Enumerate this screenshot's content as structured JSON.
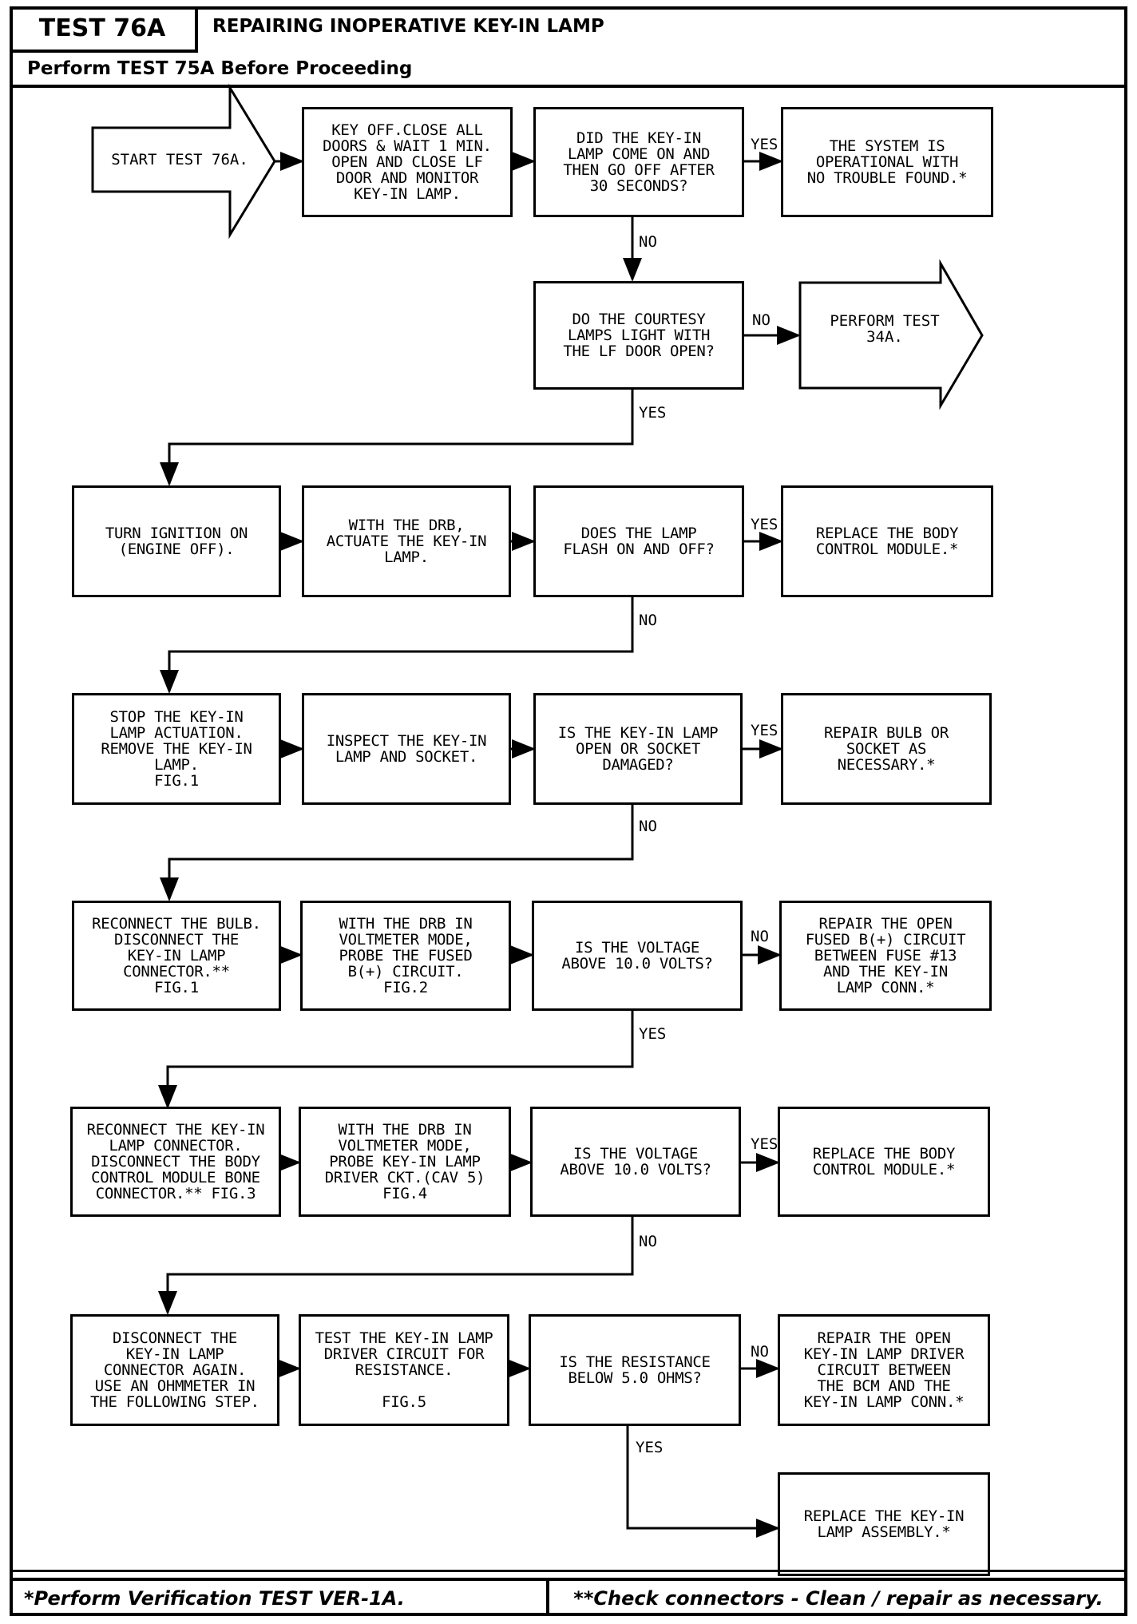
{
  "header": {
    "test_id": "TEST 76A",
    "title": "REPAIRING INOPERATIVE KEY-IN LAMP",
    "subheader": "Perform TEST 75A Before Proceeding"
  },
  "footer": {
    "left": "*Perform Verification TEST VER-1A.",
    "right": "**Check connectors - Clean / repair as necessary."
  },
  "flow": {
    "start": "START TEST 76A.",
    "b1": "KEY OFF.CLOSE ALL\nDOORS & WAIT 1 MIN.\nOPEN AND CLOSE LF\nDOOR AND MONITOR\nKEY-IN LAMP.",
    "q1": "DID THE KEY-IN\nLAMP COME ON AND\nTHEN GO OFF AFTER\n30 SECONDS?",
    "r1": "THE SYSTEM IS\nOPERATIONAL WITH\nNO TROUBLE FOUND.*",
    "q2": "DO THE COURTESY\nLAMPS LIGHT WITH\nTHE LF DOOR OPEN?",
    "r2": "PERFORM TEST\n34A.",
    "b3a": "TURN IGNITION ON\n(ENGINE OFF).",
    "b3b": "WITH THE DRB,\nACTUATE THE KEY-IN\nLAMP.",
    "q3": "DOES THE LAMP\nFLASH ON AND OFF?",
    "r3": "REPLACE THE BODY\nCONTROL MODULE.*",
    "b4a": "STOP THE KEY-IN\nLAMP ACTUATION.\nREMOVE THE KEY-IN\nLAMP.\nFIG.1",
    "b4b": "INSPECT THE KEY-IN\nLAMP AND SOCKET.",
    "q4": "IS THE KEY-IN LAMP\nOPEN OR SOCKET\nDAMAGED?",
    "r4": "REPAIR BULB OR\nSOCKET AS\nNECESSARY.*",
    "b5a": "RECONNECT THE BULB.\nDISCONNECT THE\nKEY-IN LAMP\nCONNECTOR.**\nFIG.1",
    "b5b": "WITH THE DRB IN\nVOLTMETER MODE,\nPROBE THE FUSED\nB(+) CIRCUIT.\nFIG.2",
    "q5": "IS THE VOLTAGE\nABOVE 10.0 VOLTS?",
    "r5": "REPAIR THE OPEN\nFUSED B(+) CIRCUIT\nBETWEEN FUSE #13\nAND THE KEY-IN\nLAMP CONN.*",
    "b6a": "RECONNECT THE KEY-IN\nLAMP CONNECTOR.\nDISCONNECT THE BODY\nCONTROL MODULE BONE\nCONNECTOR.** FIG.3",
    "b6b": "WITH THE DRB IN\nVOLTMETER MODE,\nPROBE KEY-IN LAMP\nDRIVER CKT.(CAV 5)\nFIG.4",
    "q6": "IS THE VOLTAGE\nABOVE 10.0 VOLTS?",
    "r6": "REPLACE THE BODY\nCONTROL MODULE.*",
    "b7a": "DISCONNECT THE\nKEY-IN LAMP\nCONNECTOR AGAIN.\nUSE AN OHMMETER IN\nTHE FOLLOWING STEP.",
    "b7b": "TEST THE KEY-IN LAMP\nDRIVER CIRCUIT FOR\nRESISTANCE.\n\nFIG.5",
    "q7": "IS THE RESISTANCE\nBELOW 5.0 OHMS?",
    "r7": "REPAIR THE OPEN\nKEY-IN LAMP DRIVER\nCIRCUIT BETWEEN\nTHE BCM AND THE\nKEY-IN LAMP CONN.*",
    "r8": "REPLACE THE KEY-IN\nLAMP ASSEMBLY.*"
  },
  "labels": {
    "yes": "YES",
    "no": "NO"
  }
}
